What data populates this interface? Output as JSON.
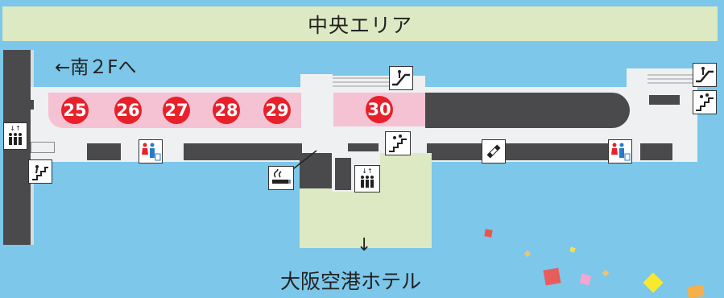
{
  "banner": {
    "label": "中央エリア"
  },
  "nav": {
    "south_2f": "←南２Fへ",
    "hotel_arrow": "↓",
    "hotel_label": "大阪空港ホテル"
  },
  "shops": [
    {
      "number": "25"
    },
    {
      "number": "26"
    },
    {
      "number": "27"
    },
    {
      "number": "28"
    },
    {
      "number": "29"
    },
    {
      "number": "30"
    }
  ],
  "icons": {
    "elevator": "elevator-icon",
    "escalator": "escalator-icon",
    "stairs": "stairs-icon",
    "restroom": "restroom-icon",
    "smoking": "smoking-area-icon",
    "aed": "aed-icon"
  },
  "colors": {
    "background": "#7cc7ea",
    "banner": "#dde9c3",
    "shop_fill": "#f4c2d2",
    "shop_number": "#e8202a",
    "corridor": "#eef0f2",
    "wall": "#4a4a4d"
  }
}
